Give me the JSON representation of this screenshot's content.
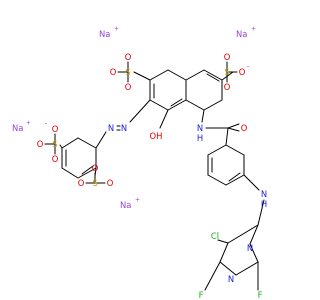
{
  "molecule": {
    "ions": [
      {
        "id": "na1",
        "symbol": "Na",
        "charge": "+"
      },
      {
        "id": "na2",
        "symbol": "Na",
        "charge": "+"
      },
      {
        "id": "na3",
        "symbol": "Na",
        "charge": "+"
      },
      {
        "id": "na4",
        "symbol": "Na",
        "charge": "+"
      }
    ],
    "atoms": {
      "s1": "S",
      "s2": "S",
      "s3": "S",
      "s4": "S",
      "o_s1a": "O",
      "o_s1b": "O",
      "o_s1c": "O",
      "o_s2a": "O",
      "o_s2b": "O",
      "o_s2c": "O",
      "o_s3a": "O",
      "o_s3b": "O",
      "o_s3c": "O",
      "o_s4a": "O",
      "o_s4b": "O",
      "o_s4c": "O",
      "n_azo1": "N",
      "n_azo2": "N",
      "oh": "OH",
      "nh_amide": "N",
      "h_amide": "H",
      "o_amide": "O",
      "nh_amine": "N",
      "h_amine": "H",
      "n_pyr1": "N",
      "n_pyr2": "N",
      "cl": "Cl",
      "f1": "F",
      "f2": "F"
    },
    "charges": {
      "minus": "-"
    },
    "colors": {
      "carbon": "#000000",
      "sulfur": "#c8a200",
      "oxygen": "#e00000",
      "nitrogen": "#2020e0",
      "chlorine": "#20b020",
      "fluorine": "#20b020",
      "sodium": "#9b3fd6"
    }
  }
}
